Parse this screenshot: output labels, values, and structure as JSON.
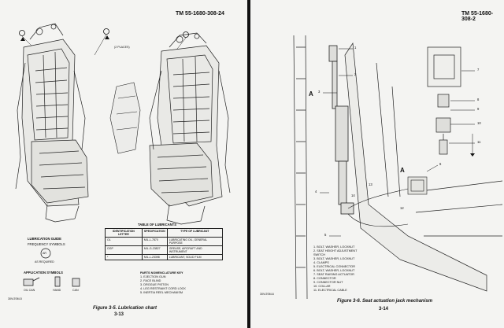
{
  "left_page": {
    "tm_number": "TM 55-1680-308-24",
    "callout_2_places": "(2 PLACES)",
    "guide": {
      "title": "LUBRICATION GUIDE",
      "subtitle": "FREQUENCY SYMBOLS",
      "symbol": "AR",
      "symbol_label": "AS REQUIRED"
    },
    "application": {
      "title": "APPLICATION SYMBOLS",
      "oil_can": "OIL CAN",
      "hand": "HAND",
      "can": "CAN"
    },
    "table": {
      "title": "TABLE OF LUBRICANTS",
      "headers": [
        "IDENTIFICATION LETTER",
        "SPECIFICATION",
        "TYPE OF LUBRICANT"
      ],
      "rows": [
        [
          "OL",
          "MIL-L-7870",
          "LUBRICATING OIL, GENERAL PURPOSE"
        ],
        [
          "OGP",
          "MIL-G-23827",
          "GREASE, AIRCRAFT AND INSTRUMENT"
        ],
        [
          "*",
          "MIL-L-23398",
          "LUBRICANT, SOLID FILM"
        ]
      ]
    },
    "key": {
      "title": "PARTS NOMENCLATURE KEY",
      "items": [
        "1. EJECTION GUN",
        "2. FACE BLIND",
        "3. DROGUE PISTON",
        "4. LEG RESTRAINT CORD LOCK",
        "5. INERTIA REEL MECHANISM"
      ]
    },
    "figure_id": "30V/JSM-5",
    "caption": "Figure 3-5.  Lubrication chart",
    "page_number": "3-13"
  },
  "right_page": {
    "tm_number": "TM 55-1680-308-2",
    "view_label": "A",
    "callouts": [
      "1",
      "2",
      "3",
      "4",
      "5",
      "6",
      "7",
      "8",
      "9",
      "10",
      "11",
      "12",
      "13",
      "14"
    ],
    "key": {
      "items": [
        "1. BOLT, WASHER, LOCKNUT",
        "2. SEAT HEIGHT ADJUSTMENT",
        "   SWITCH",
        "3. BOLT, WASHER, LOCKNUT",
        "4. CLAMPS",
        "5. ELECTRICAL CONNECTOR",
        "6. BOLT, WASHER, LOCKNUT",
        "7. SEAT RAISING ACTUATOR",
        "8. CONNECTOR",
        "9. CONNECTOR NUT",
        "10. COLLAR",
        "11. ELECTRICAL CABLE"
      ]
    },
    "figure_id": "30V/JSM-6",
    "caption": "Figure 3-6.  Seat actuation jack mechanism",
    "page_number": "3-14"
  },
  "colors": {
    "paper": "#f4f4f2",
    "ink": "#111111",
    "gutter": "#111111"
  }
}
